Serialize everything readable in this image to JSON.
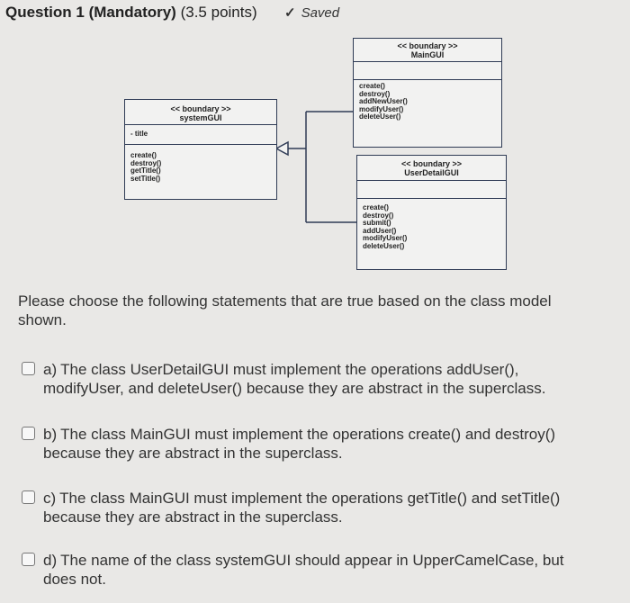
{
  "header": {
    "question_title": "Question 1 (Mandatory)",
    "question_points": "(3.5 points)",
    "saved_label": "Saved"
  },
  "diagram": {
    "system_gui": {
      "stereotype": "<< boundary >>",
      "name": "systemGUI",
      "attributes": [
        "- title"
      ],
      "operations": [
        "create()",
        "destroy()",
        "getTitle()",
        "setTitle()"
      ]
    },
    "main_gui": {
      "stereotype": "<< boundary >>",
      "name": "MainGUI",
      "operations": [
        "create()",
        "destroy()",
        "addNewUser()",
        "modifyUser()",
        "deleteUser()"
      ]
    },
    "user_detail_gui": {
      "stereotype": "<< boundary >>",
      "name": "UserDetailGUI",
      "operations": [
        "create()",
        "destroy()",
        "submit()",
        "addUser()",
        "modifyUser()",
        "deleteUser()"
      ]
    }
  },
  "question_text": "Please choose the following statements that are true based on the class model shown.",
  "options": [
    {
      "label": "a)",
      "text": "The class UserDetailGUI must implement the operations addUser(), modifyUser, and deleteUser() because they are abstract in the superclass."
    },
    {
      "label": "b)",
      "text": "The class MainGUI must implement the operations create() and destroy() because they are abstract in the superclass."
    },
    {
      "label": "c)",
      "text": "The class MainGUI must implement the operations getTitle() and setTitle() because they are abstract in the superclass."
    },
    {
      "label": "d)",
      "text": "The name of the class systemGUI should appear in UpperCamelCase, but does not."
    }
  ]
}
